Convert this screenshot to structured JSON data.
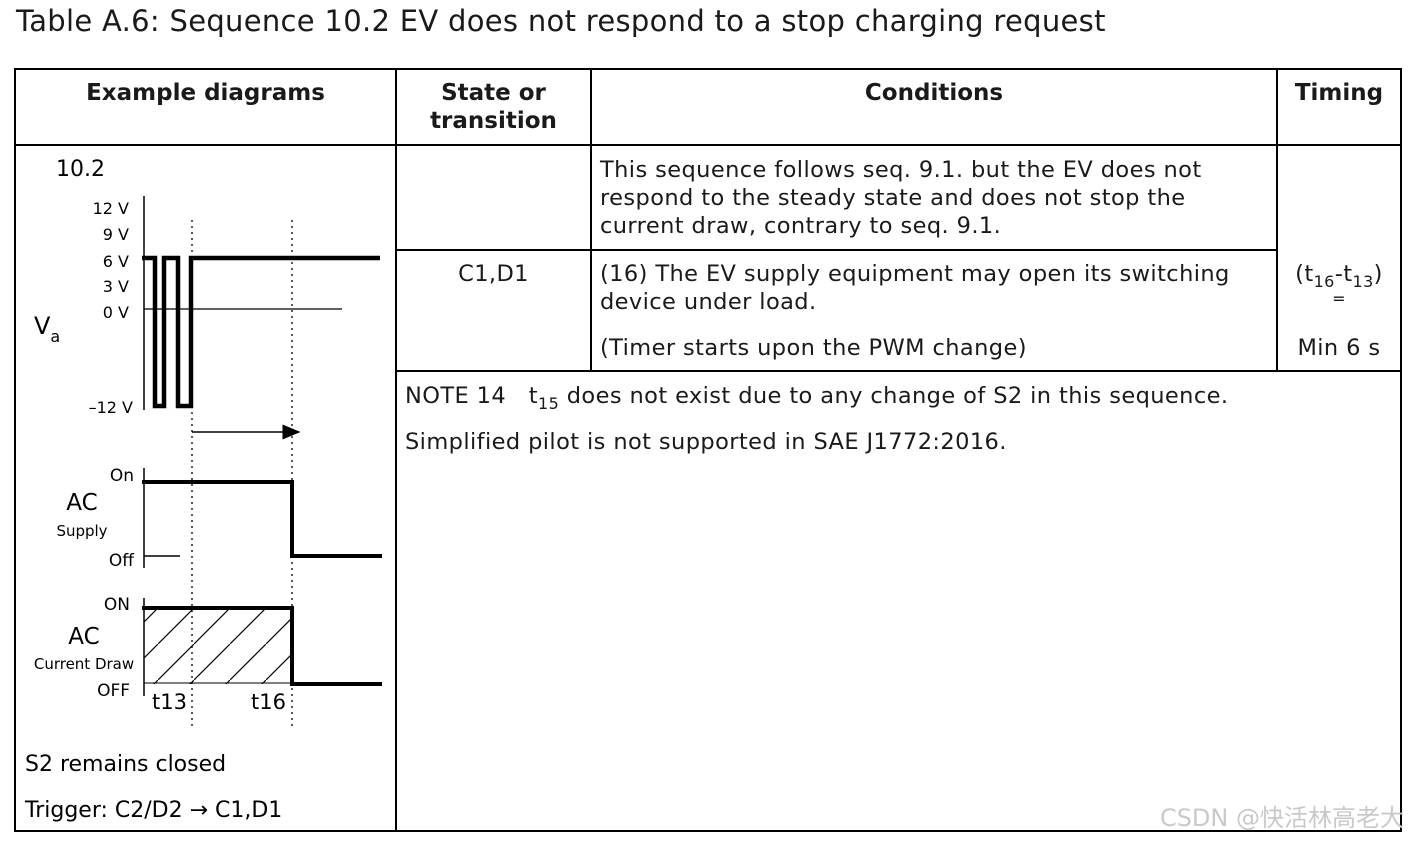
{
  "title": "Table A.6: Sequence 10.2 EV does not respond to a stop charging request",
  "headers": {
    "example": "Example diagrams",
    "state_line1": "State or",
    "state_line2": "transition",
    "conditions": "Conditions",
    "timing": "Timing"
  },
  "diagram": {
    "seq_label": "10.2",
    "voltage_ticks": [
      "12 V",
      "9 V",
      "6 V",
      "3 V",
      "0 V",
      "–12 V"
    ],
    "va_label": "V",
    "va_sub": "a",
    "ac_supply_label": "AC",
    "ac_supply_sub": "Supply",
    "on_label": "On",
    "off_label": "Off",
    "ac_draw_label": "AC",
    "ac_draw_sub": "Current Draw",
    "on_upper": "ON",
    "off_upper": "OFF",
    "t13": "t13",
    "t16": "t16",
    "s2_note": "S2 remains closed",
    "trigger": "Trigger: C2/D2 → C1,D1"
  },
  "rows": {
    "row1_condition": "This sequence follows seq. 9.1. but the EV does not respond to the steady state and does not stop the current draw, contrary to seq. 9.1.",
    "row2_state": "C1,D1",
    "row2_condition_a": "(16) The EV supply equipment may open its switching device under load.",
    "row2_condition_b": "(Timer starts upon the PWM change)",
    "row2_timing_open": "(t",
    "row2_timing_sub1": "16",
    "row2_timing_dash": "-t",
    "row2_timing_sub2": "13",
    "row2_timing_close": ")",
    "row2_timing_eq": "=",
    "row2_timing_min": "Min 6 s"
  },
  "notes": {
    "note_prefix": "NOTE 14",
    "note_t": "t",
    "note_sub": "15",
    "note_rest": " does not exist due to any change of S2 in this sequence.",
    "note2": "Simplified pilot is not supported in SAE J1772:2016."
  },
  "watermark": "CSDN @快活林高老大"
}
